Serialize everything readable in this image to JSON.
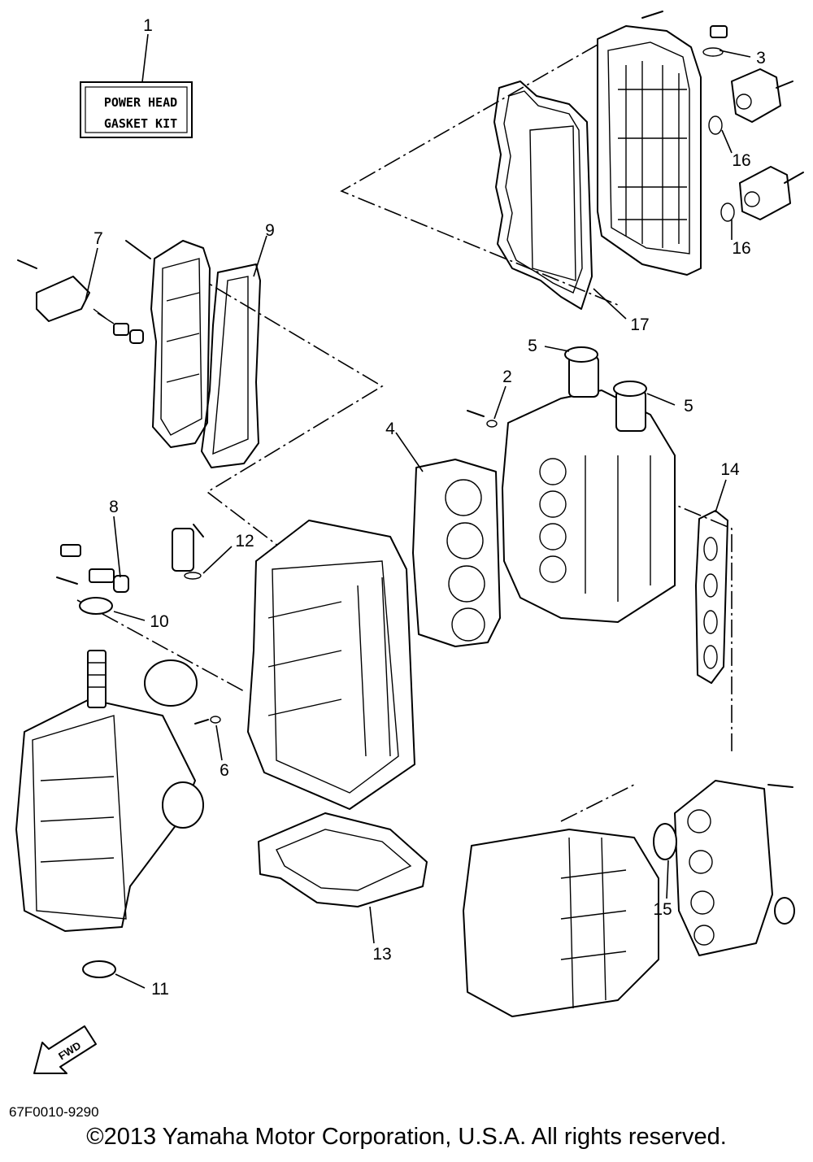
{
  "kit_box": {
    "line1": "POWER HEAD",
    "line2": "GASKET KIT"
  },
  "fwd_label": "FWD",
  "callouts": {
    "c1": "1",
    "c2": "2",
    "c3": "3",
    "c4": "4",
    "c5a": "5",
    "c5b": "5",
    "c6": "6",
    "c7": "7",
    "c8": "8",
    "c9": "9",
    "c10": "10",
    "c11": "11",
    "c12": "12",
    "c13": "13",
    "c14": "14",
    "c15": "15",
    "c16a": "16",
    "c16b": "16",
    "c17": "17"
  },
  "diagram_code": "67F0010-9290",
  "copyright": "©2013 Yamaha Motor Corporation, U.S.A. All rights reserved."
}
